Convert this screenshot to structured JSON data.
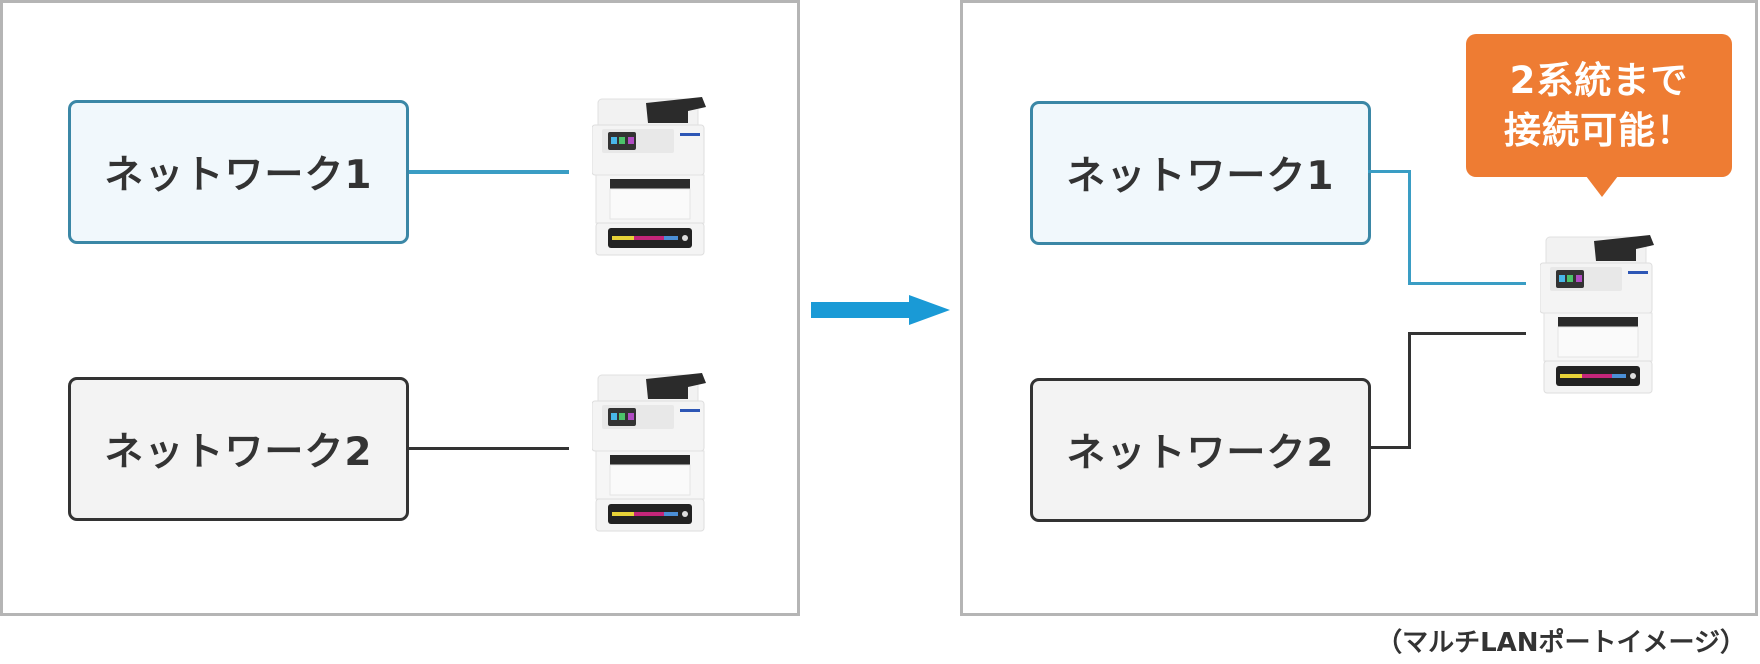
{
  "diagram": {
    "before": {
      "networks": [
        {
          "label": "ネットワーク1",
          "line_color": "#3a9dc4"
        },
        {
          "label": "ネットワーク2",
          "line_color": "#333333"
        }
      ],
      "printer_count": 2
    },
    "transition_arrow": {
      "icon": "right-arrow-icon",
      "color": "#1a9ad6"
    },
    "after": {
      "networks": [
        {
          "label": "ネットワーク1",
          "line_color": "#3a9dc4"
        },
        {
          "label": "ネットワーク2",
          "line_color": "#333333"
        }
      ],
      "printer_count": 1,
      "callout": {
        "line1": "2系統まで",
        "line2": "接続可能！",
        "color": "#ee7c33"
      }
    },
    "caption": "（マルチLANポートイメージ）"
  }
}
